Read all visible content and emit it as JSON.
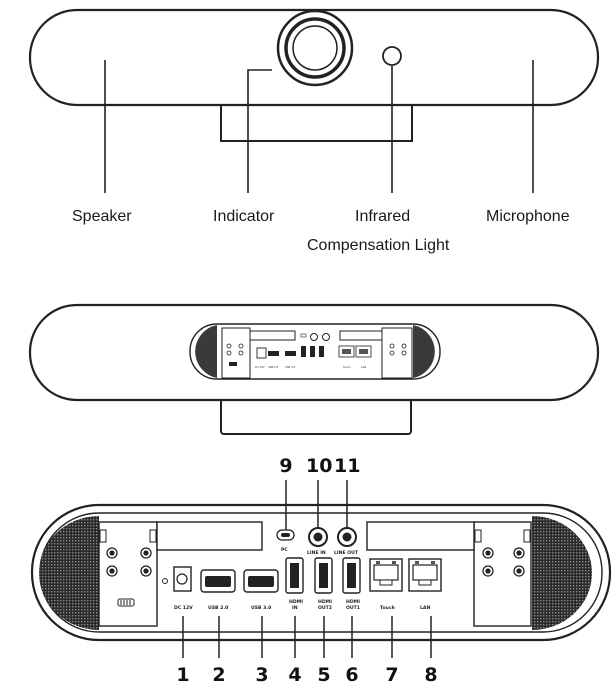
{
  "front_view": {
    "labels": {
      "speaker": "Speaker",
      "indicator": "Indicator",
      "infrared_line1": "Infrared",
      "infrared_line2": "Compensation Light",
      "microphone": "Microphone"
    }
  },
  "rear_view": {
    "port_labels": {
      "pc": "PC",
      "line_in": "LINE IN",
      "line_out": "LINE OUT",
      "dc": "DC 12V",
      "usb2": "USB 2.0",
      "usb3": "USB 3.0",
      "hdmi_in_1": "HDMI",
      "hdmi_in_2": "IN",
      "hdmi_out2_1": "HDMI",
      "hdmi_out2_2": "OUT2",
      "hdmi_out1_1": "HDMI",
      "hdmi_out1_2": "OUT1",
      "touch": "Touch",
      "lan": "LAN"
    }
  },
  "callouts": {
    "top": [
      "9",
      "10",
      "11"
    ],
    "bottom": [
      "1",
      "2",
      "3",
      "4",
      "5",
      "6",
      "7",
      "8"
    ]
  }
}
